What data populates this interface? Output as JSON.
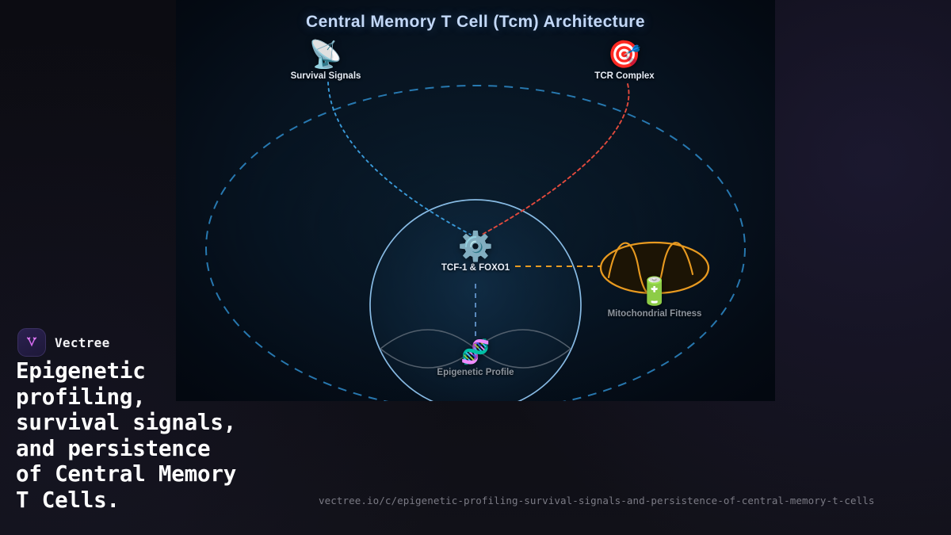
{
  "brand": {
    "name": "Vectree",
    "logo_icon": "vectree-v-tree-icon",
    "logo_color": "#d66bf0"
  },
  "headline": "Epigenetic\nprofiling,\nsurvival signals,\nand persistence\nof Central Memory\nT Cells.",
  "footer": {
    "url": "vectree.io/c/epigenetic-profiling-survival-signals-and-persistence-of-central-memory-t-cells"
  },
  "diagram": {
    "title": "Central Memory T Cell (Tcm) Architecture",
    "title_color": "#c3d8f7",
    "cell_membrane_color": "#2f8fd0",
    "nucleus_color": "#8fc4ef",
    "nodes": [
      {
        "id": "survival",
        "label": "Survival Signals",
        "icon": "satellite-dish-icon",
        "glyph": "📡"
      },
      {
        "id": "tcr",
        "label": "TCR Complex",
        "icon": "target-icon",
        "glyph": "🎯"
      },
      {
        "id": "tf",
        "label": "TCF-1 & FOXO1",
        "icon": "gear-icon",
        "glyph": "⚙️"
      },
      {
        "id": "epigenetic",
        "label": "Epigenetic Profile",
        "icon": "dna-icon",
        "glyph": "🧬"
      },
      {
        "id": "mito",
        "label": "Mitochondrial Fitness",
        "icon": "battery-icon",
        "glyph": "🔋"
      }
    ],
    "connections": [
      {
        "from": "survival",
        "to": "tf",
        "style": "dotted",
        "color": "#3a9ad9"
      },
      {
        "from": "tcr",
        "to": "tf",
        "style": "dashed",
        "color": "#e24a3d"
      },
      {
        "from": "tf",
        "to": "epigenetic",
        "style": "dashed",
        "color": "#5f8fc4"
      },
      {
        "from": "tf",
        "to": "mito",
        "style": "dashed",
        "color": "#e89a20"
      }
    ],
    "mitochondrion_color": "#e89a20"
  }
}
